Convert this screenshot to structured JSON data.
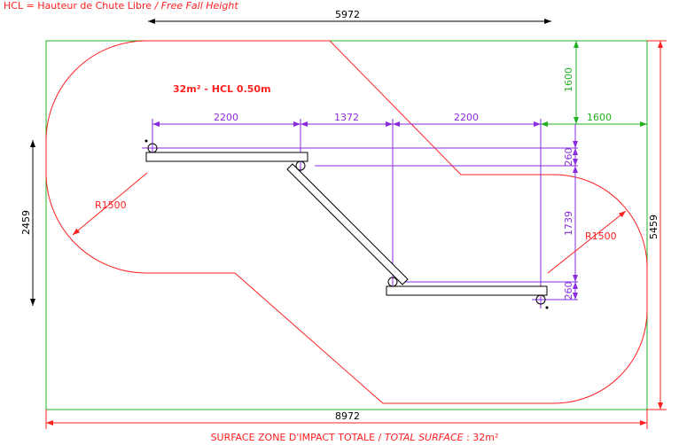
{
  "legend": {
    "prefix": "HCL = Hauteur de Chute Libre",
    "italic": " / Free Fall Height"
  },
  "title": "32m² - HCL 0.50m",
  "dimensions": {
    "top_overall": "5972",
    "bottom_overall": "8972",
    "right_overall": "5459",
    "left_height": "2459",
    "green_vertical": "1600",
    "green_horizontal": "1600",
    "seg1": "2200",
    "seg2": "1372",
    "seg3": "2200",
    "v1": "260",
    "v2": "1739",
    "v3": "260",
    "radius_left": "R1500",
    "radius_right": "R1500"
  },
  "caption": {
    "part1": "SURFACE ZONE D'IMPACT TOTALE / ",
    "italic": "TOTAL SURFACE",
    "part2": " : 32m²"
  },
  "colors": {
    "zone": "#ff2020",
    "dims": "#8a2be2",
    "bounds": "#20b020",
    "structure": "#000000"
  }
}
